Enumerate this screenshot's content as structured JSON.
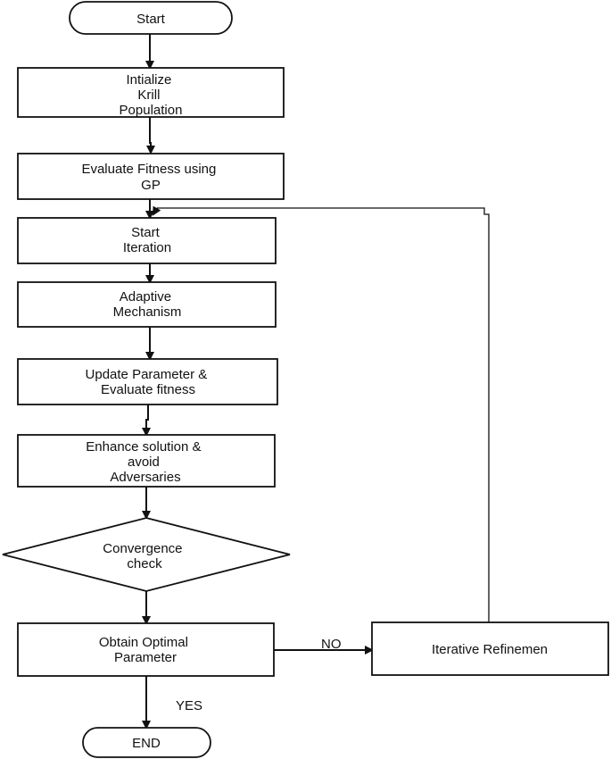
{
  "nodes": {
    "start": {
      "lines": [
        "Start"
      ]
    },
    "init": {
      "lines": [
        "Intialize",
        "Krill",
        "Population"
      ]
    },
    "evaluate": {
      "lines": [
        "Evaluate Fitness using",
        "GP"
      ]
    },
    "iteration": {
      "lines": [
        "Start",
        "Iteration"
      ]
    },
    "adaptive": {
      "lines": [
        "Adaptive",
        "Mechanism"
      ]
    },
    "update": {
      "lines": [
        "Update Parameter &",
        "Evaluate fitness"
      ]
    },
    "enhance": {
      "lines": [
        "Enhance solution &",
        "avoid",
        "Adversaries"
      ]
    },
    "convergence": {
      "lines": [
        "Convergence",
        "check"
      ]
    },
    "obtain": {
      "lines": [
        "Obtain Optimal",
        "Parameter"
      ]
    },
    "refine": {
      "lines": [
        "Iterative Refinemen"
      ]
    },
    "end": {
      "lines": [
        "END"
      ]
    }
  },
  "edges": {
    "no_label": "NO",
    "yes_label": "YES"
  },
  "colors": {
    "stroke": "#111111",
    "fill": "#ffffff",
    "text": "#111111"
  }
}
